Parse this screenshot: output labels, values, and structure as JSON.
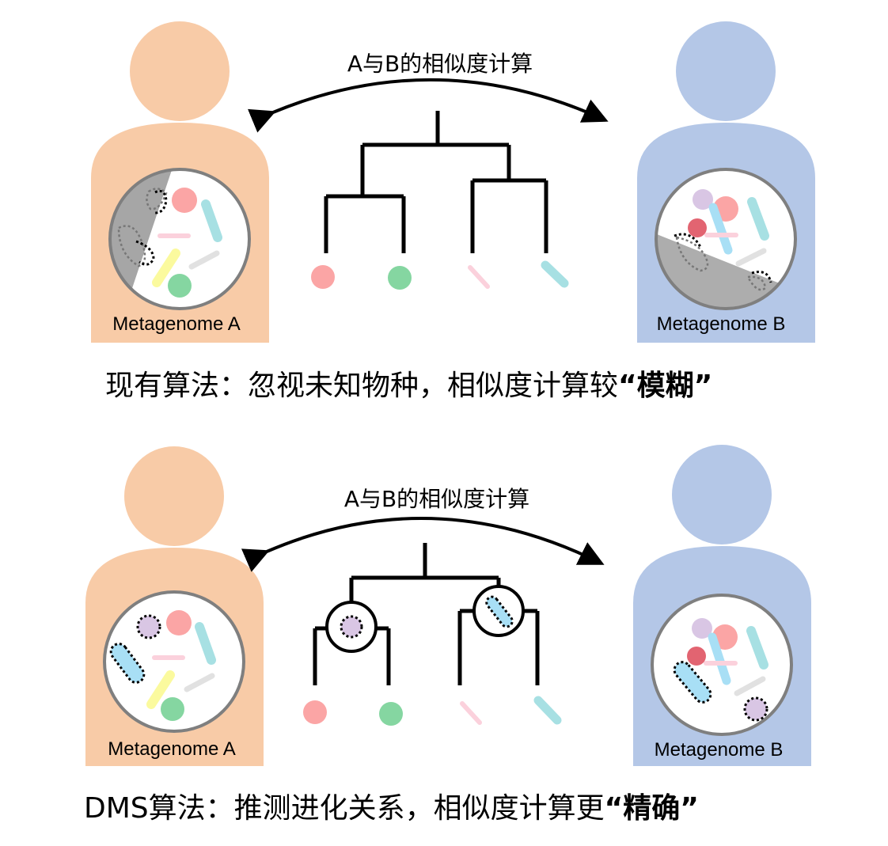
{
  "top": {
    "arrow_label": "A与B的相似度计算",
    "person_a_label": "Metagenome A",
    "person_b_label": "Metagenome B",
    "caption_prefix": "现有算法：忽视未知物种，相似度计算较",
    "caption_emph": "“模糊”"
  },
  "bottom": {
    "arrow_label": "A与B的相似度计算",
    "person_a_label": "Metagenome A",
    "person_b_label": "Metagenome B",
    "caption_prefix": "DMS算法：推测进化关系，相似度计算更",
    "caption_emph": "“精确”"
  },
  "colors": {
    "person_a": "#f8cba7",
    "person_b": "#b4c7e7",
    "unknown_region": "#a6a6a6",
    "pink_circle": "#fba5a5",
    "green_circle": "#85d6a1",
    "purple_circle": "#d9c6e4",
    "red_circle": "#e26471",
    "cyan_rod": "#a7e0e3",
    "blue_rod": "#a8dff5",
    "pink_rod": "#fbd1dc",
    "yellow_rod": "#fbfa9e",
    "gray_rod": "#e1e1e1"
  }
}
